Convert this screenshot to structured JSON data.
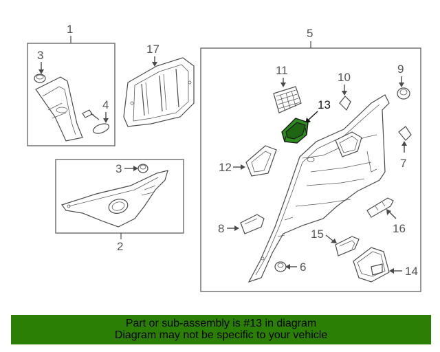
{
  "callouts": {
    "c1": "1",
    "c2": "2",
    "c3a": "3",
    "c3b": "3",
    "c4": "4",
    "c5": "5",
    "c6": "6",
    "c7": "7",
    "c8": "8",
    "c9": "9",
    "c10": "10",
    "c11": "11",
    "c12": "12",
    "c13": "13",
    "c14": "14",
    "c15": "15",
    "c16": "16",
    "c17": "17"
  },
  "highlighted_part": "13",
  "banner": {
    "line1": "Part or sub-assembly is #13 in diagram",
    "line2": "Diagram may not be specific to your vehicle"
  },
  "colors": {
    "highlight": "#2e8b1e",
    "banner_bg": "#2a7f04",
    "line": "#4a4a4a"
  }
}
